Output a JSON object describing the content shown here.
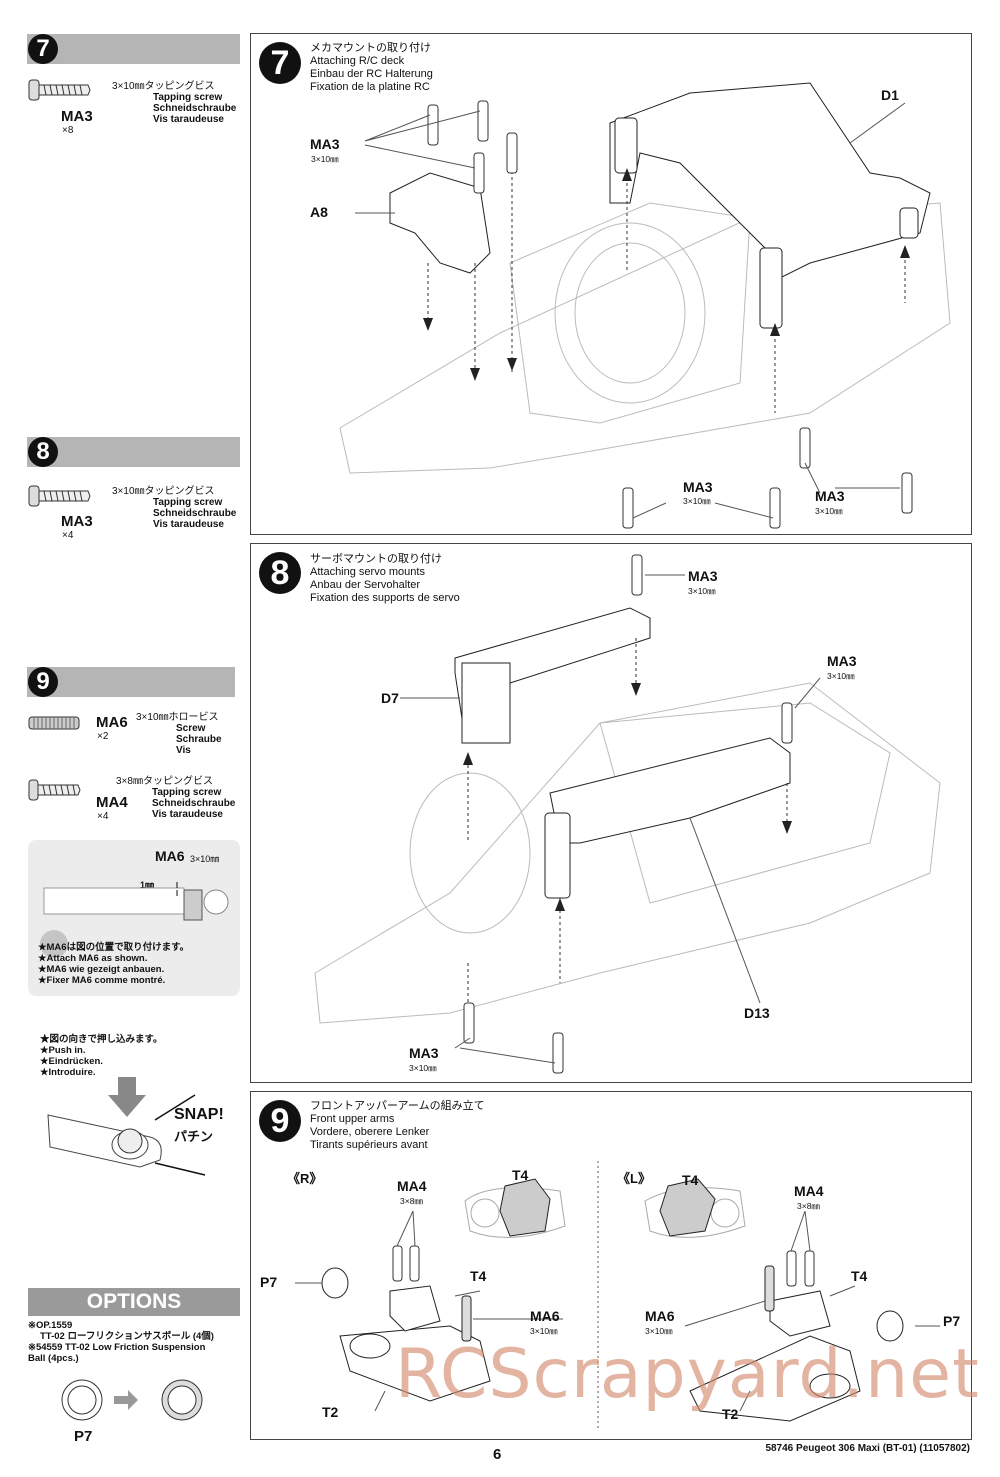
{
  "sidebar": {
    "step7": {
      "number": "7",
      "parts": [
        {
          "code": "MA3",
          "qty": "×8",
          "size_ja": "3×10㎜タッピングビス",
          "en": "Tapping screw",
          "de": "Schneidschraube",
          "fr": "Vis taraudeuse"
        }
      ]
    },
    "step8": {
      "number": "8",
      "parts": [
        {
          "code": "MA3",
          "qty": "×4",
          "size_ja": "3×10㎜タッピングビス",
          "en": "Tapping screw",
          "de": "Schneidschraube",
          "fr": "Vis taraudeuse"
        }
      ]
    },
    "step9": {
      "number": "9",
      "parts": [
        {
          "code": "MA6",
          "qty": "×2",
          "size_ja": "3×10㎜ホロービス",
          "en": "Screw",
          "de": "Schraube",
          "fr": "Vis"
        },
        {
          "code": "MA4",
          "qty": "×4",
          "size_ja": "3×8㎜タッピングビス",
          "en": "Tapping screw",
          "de": "Schneidschraube",
          "fr": "Vis taraudeuse"
        }
      ]
    },
    "ma6_note": {
      "label": "MA6",
      "size": "3×10㎜",
      "gap": "1㎜",
      "lines": [
        "★MA6は図の位置で取り付けます。",
        "★Attach MA6 as shown.",
        "★MA6 wie gezeigt anbauen.",
        "★Fixer MA6 comme montré."
      ]
    },
    "push_note": {
      "lines": [
        "★図の向きで押し込みます。",
        "★Push in.",
        "★Eindrücken.",
        "★Introduire."
      ],
      "snap": "SNAP!",
      "snap_ja": "パチン"
    },
    "options": {
      "title": "OPTIONS",
      "line1": "※OP.1559",
      "line2": "TT-02 ローフリクションサスボール (4個)",
      "line3": "※54559 TT-02 Low Friction Suspension",
      "line4": "Ball (4pcs.)",
      "part_label": "P7"
    }
  },
  "steps": {
    "step7": {
      "number": "7",
      "title_ja": "メカマウントの取り付け",
      "title_en": "Attaching R/C deck",
      "title_de": "Einbau der RC Halterung",
      "title_fr": "Fixation de la platine RC",
      "labels": {
        "ma3_a": "MA3",
        "ma3_a_size": "3×10㎜",
        "a8": "A8",
        "d1": "D1",
        "ma3_b": "MA3",
        "ma3_b_size": "3×10㎜",
        "ma3_c": "MA3",
        "ma3_c_size": "3×10㎜"
      }
    },
    "step8": {
      "number": "8",
      "title_ja": "サーボマウントの取り付け",
      "title_en": "Attaching servo mounts",
      "title_de": "Anbau der Servohalter",
      "title_fr": "Fixation des supports de servo",
      "labels": {
        "ma3_a": "MA3",
        "ma3_a_size": "3×10㎜",
        "d7": "D7",
        "ma3_b": "MA3",
        "ma3_b_size": "3×10㎜",
        "d13": "D13",
        "ma3_c": "MA3",
        "ma3_c_size": "3×10㎜"
      }
    },
    "step9": {
      "number": "9",
      "title_ja": "フロントアッパーアームの組み立て",
      "title_en": "Front upper arms",
      "title_de": "Vordere, oberere Lenker",
      "title_fr": "Tirants supérieurs avant",
      "right": {
        "side": "《R》",
        "t4_top": "T4",
        "ma4": "MA4",
        "ma4_size": "3×8㎜",
        "p7": "P7",
        "t4": "T4",
        "ma6": "MA6",
        "ma6_size": "3×10㎜",
        "t2": "T2"
      },
      "left": {
        "side": "《L》",
        "t4_top": "T4",
        "ma4": "MA4",
        "ma4_size": "3×8㎜",
        "p7": "P7",
        "t4": "T4",
        "ma6": "MA6",
        "ma6_size": "3×10㎜",
        "t2": "T2"
      }
    }
  },
  "footer": {
    "page_number": "6",
    "product": "58746  Peugeot 306 Maxi (BT-01) (11057802)"
  },
  "watermark": "RCScrapyard.net"
}
